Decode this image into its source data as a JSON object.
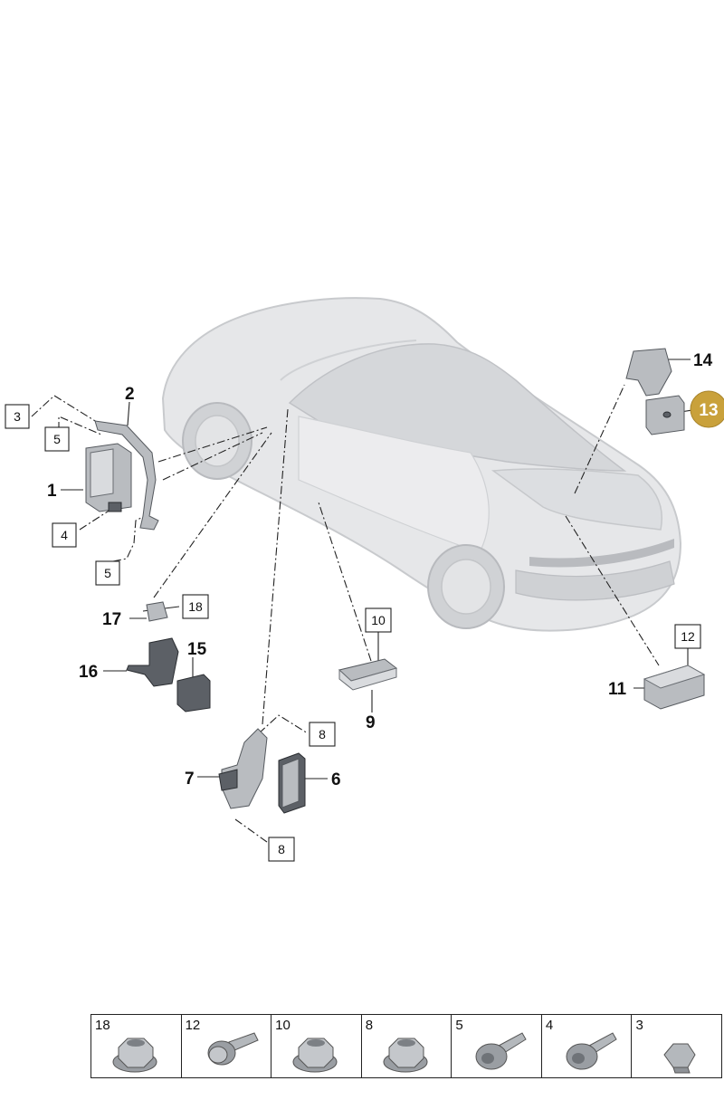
{
  "callouts": {
    "c1": "1",
    "c2": "2",
    "c3": "3",
    "c4": "4",
    "c5a": "5",
    "c5b": "5",
    "c6": "6",
    "c7": "7",
    "c8a": "8",
    "c8b": "8",
    "c9": "9",
    "c10": "10",
    "c11": "11",
    "c12": "12",
    "c13": "13",
    "c14": "14",
    "c15": "15",
    "c16": "16",
    "c17": "17",
    "c18": "18"
  },
  "highlight_color": "#c9a13b",
  "fasteners": [
    {
      "label": "18",
      "icon": "flange-nut-icon"
    },
    {
      "label": "12",
      "icon": "flange-bolt-icon"
    },
    {
      "label": "10",
      "icon": "flange-nut-icon"
    },
    {
      "label": "8",
      "icon": "flange-nut-icon"
    },
    {
      "label": "5",
      "icon": "torx-screw-icon"
    },
    {
      "label": "4",
      "icon": "torx-screw-icon"
    },
    {
      "label": "3",
      "icon": "hex-nut-icon"
    }
  ]
}
